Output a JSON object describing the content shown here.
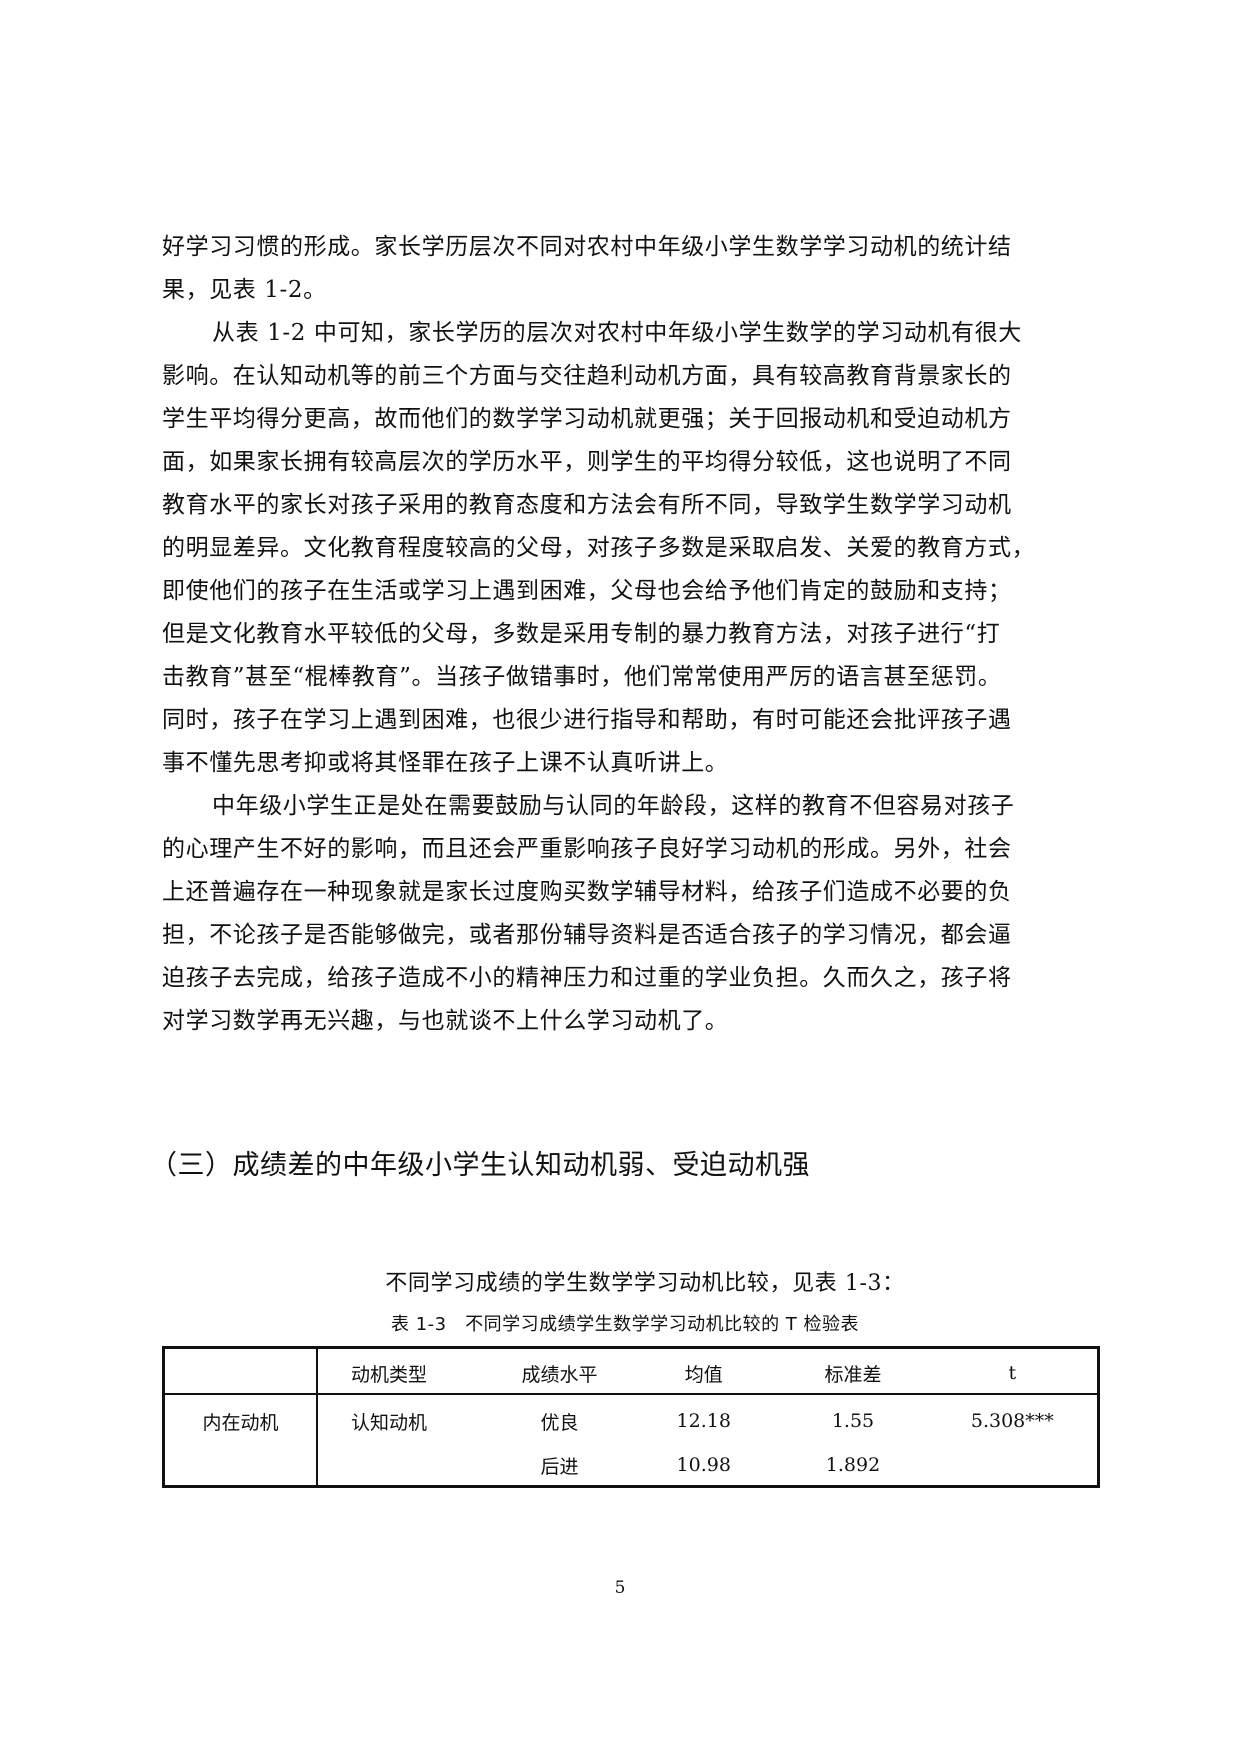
{
  "body": {
    "lines": [
      "好学习习惯的形成。家长学历层次不同对农村中年级小学生数学学习动机的统计结",
      "果，见表 1-2。",
      "从表 1-2 中可知，家长学历的层次对农村中年级小学生数学的学习动机有很大",
      "影响。在认知动机等的前三个方面与交往趋利动机方面，具有较高教育背景家长的",
      "学生平均得分更高，故而他们的数学学习动机就更强；关于回报动机和受迫动机方",
      "面，如果家长拥有较高层次的学历水平，则学生的平均得分较低，这也说明了不同",
      "教育水平的家长对孩子采用的教育态度和方法会有所不同，导致学生数学学习动机",
      "的明显差异。文化教育程度较高的父母，对孩子多数是采取启发、关爱的教育方式，",
      "即使他们的孩子在生活或学习上遇到困难，父母也会给予他们肯定的鼓励和支持；",
      "但是文化教育水平较低的父母，多数是采用专制的暴力教育方法，对孩子进行“打",
      "击教育”甚至“棍棒教育”。当孩子做错事时，他们常常使用严厉的语言甚至惩罚。",
      "同时，孩子在学习上遇到困难，也很少进行指导和帮助，有时可能还会批评孩子遇",
      "事不懂先思考抑或将其怪罪在孩子上课不认真听讲上。",
      "中年级小学生正是处在需要鼓励与认同的年龄段，这样的教育不但容易对孩子",
      "的心理产生不好的影响，而且还会严重影响孩子良好学习动机的形成。另外，社会",
      "上还普遍存在一种现象就是家长过度购买数学辅导材料，给孩子们造成不必要的负",
      "担，不论孩子是否能够做完，或者那份辅导资料是否适合孩子的学习情况，都会逼",
      "迫孩子去完成，给孩子造成不小的精神压力和过重的学业负担。久而久之，孩子将",
      "对学习数学再无兴趣，与也就谈不上什么学习动机了。"
    ]
  },
  "section": {
    "heading": "（三）成绩差的中年级小学生认知动机弱、受迫动机强"
  },
  "table_intro": "不同学习成绩的学生数学学习动机比较，见表 1-3：",
  "table": {
    "caption": "表 1-3　不同学习成绩学生数学学习动机比较的 T 检验表",
    "headers": [
      "",
      "动机类型",
      "成绩水平",
      "均值",
      "标准差",
      "t"
    ],
    "rows": [
      [
        "内在动机",
        "认知动机",
        "优良",
        "12.18",
        "1.55",
        "5.308***"
      ],
      [
        "",
        "",
        "后进",
        "10.98",
        "1.892",
        ""
      ]
    ]
  },
  "footer": {
    "page_number": "5"
  }
}
